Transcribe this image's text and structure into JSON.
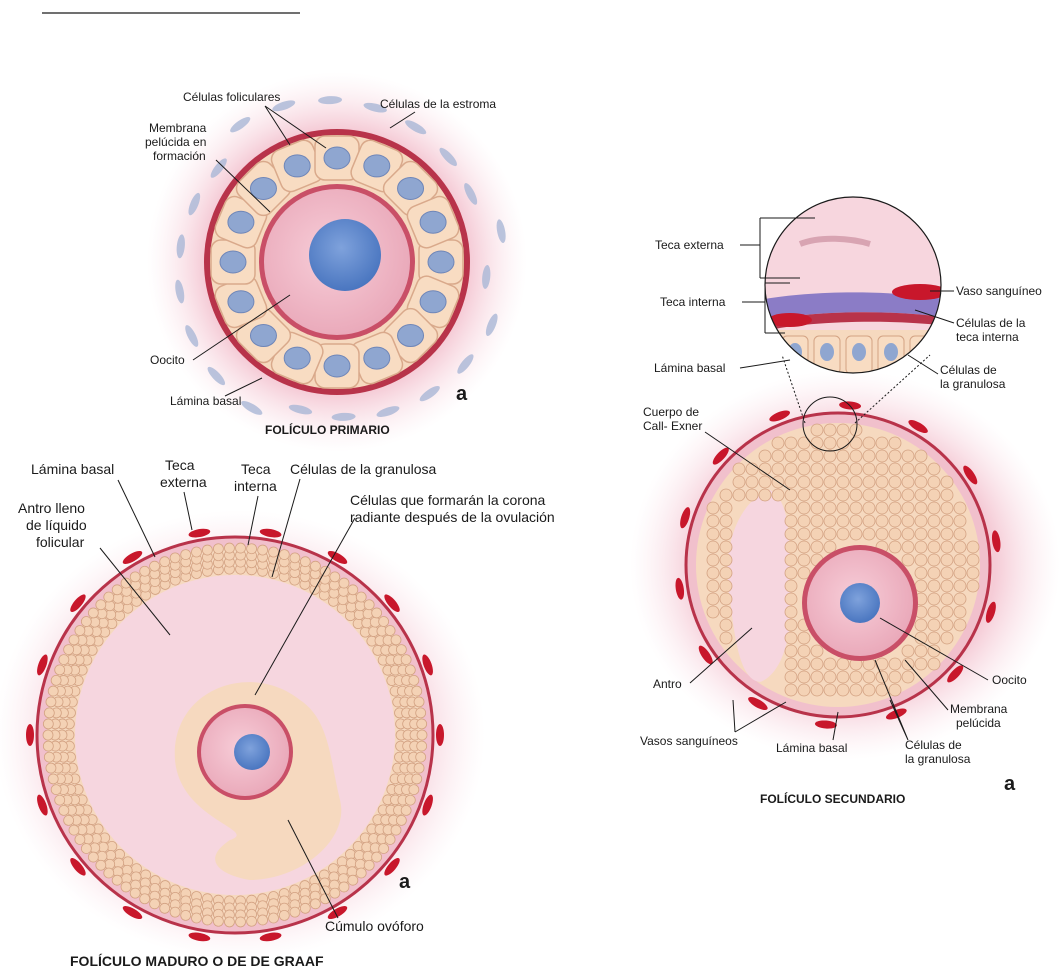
{
  "primary": {
    "title": "FOLÍCULO PRIMARIO",
    "panel_letter": "a",
    "labels": {
      "follicular_cells": "Células foliculares",
      "stroma_cells": "Células de la estroma",
      "membrane_1": "Membrana",
      "membrane_2": "pelúcida en",
      "membrane_3": "formación",
      "oocyte": "Oocito",
      "basal_lamina": "Lámina basal"
    }
  },
  "secondary": {
    "title": "FOLÍCULO SECUNDARIO",
    "panel_letter": "a",
    "labels": {
      "theca_externa": "Teca externa",
      "theca_interna": "Teca interna",
      "basal_lamina_top": "Lámina basal",
      "blood_vessels_top": "Vaso sanguíneo",
      "theca_cells_1": "Células de la",
      "theca_cells_2": "teca interna",
      "granulosa_top_1": "Células de",
      "granulosa_top_2": "la granulosa",
      "call_exner_1": "Cuerpo de",
      "call_exner_2": "Call- Exner",
      "antrum": "Antro",
      "oocyte": "Oocito",
      "membrane_1": "Membrana",
      "membrane_2": "pelúcida",
      "blood_vessels": "Vasos sanguíneos",
      "basal_lamina": "Lámina basal",
      "granulosa_1": "Células de",
      "granulosa_2": "la granulosa"
    }
  },
  "mature": {
    "title": "FOLÍCULO MADURO O DE DE GRAAF",
    "panel_letter": "a",
    "labels": {
      "basal_lamina": "Lámina basal",
      "theca_ext_1": "Teca",
      "theca_ext_2": "externa",
      "theca_int_1": "Teca",
      "theca_int_2": "interna",
      "granulosa": "Células de la granulosa",
      "corona_1": "Células que formarán la corona",
      "corona_2": "radiante después de la ovulación",
      "antrum_1": "Antro lleno",
      "antrum_2": "de líquido",
      "antrum_3": "folicular",
      "cumulus": "Cúmulo ovóforo"
    }
  },
  "colors": {
    "stroma_glow": "#f4c6d2",
    "theca_red": "#b8334a",
    "granulosa_fill": "#f6d9bf",
    "nucleus_blue": "#8fa6d0",
    "oocyte_pink": "#efb8c6",
    "antrum_fill": "#f6d6df",
    "vessel_red": "#c8172b",
    "theca_purple": "#8b7cc6"
  }
}
